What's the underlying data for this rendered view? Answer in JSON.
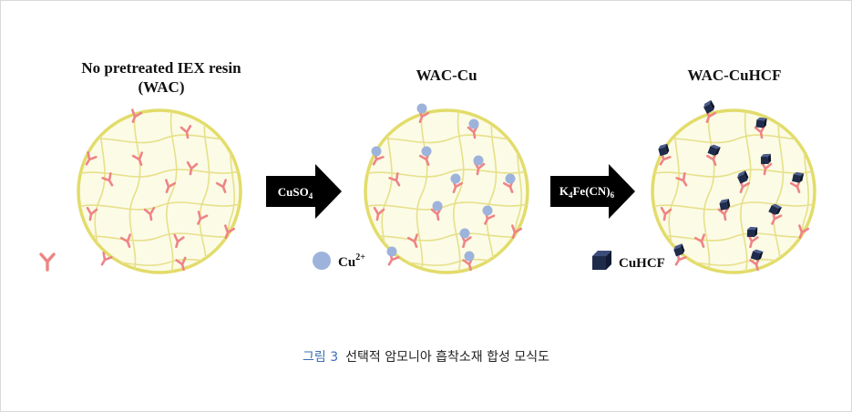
{
  "stages": [
    {
      "title_line1": "No pretreated IEX resin",
      "title_line2": "(WAC)"
    },
    {
      "title_line1": "WAC-Cu"
    },
    {
      "title_line1": "WAC-CuHCF"
    }
  ],
  "arrows": [
    {
      "reagent": "CuSO",
      "reagent_sub": "4"
    },
    {
      "reagent_a": "K",
      "reagent_sub_a": "4",
      "reagent_b": "Fe(CN)",
      "reagent_sub_b": "6"
    }
  ],
  "legend": {
    "cu_label": "Cu",
    "cu_sup": "2+",
    "cuhcf_label": "CuHCF"
  },
  "caption": {
    "number": "그림 3",
    "text": "선택적 암모니아 흡착소재 합성 모식도"
  },
  "colors": {
    "resin_fill": "#fbfbe6",
    "resin_border": "#e2dc6a",
    "fiber": "#e7e08a",
    "functional_group": "#ee8486",
    "cu_ion": "#9db3dc",
    "cuhcf": "#1f2b4a",
    "arrow": "#000000",
    "caption_number": "#3d6fb0"
  }
}
